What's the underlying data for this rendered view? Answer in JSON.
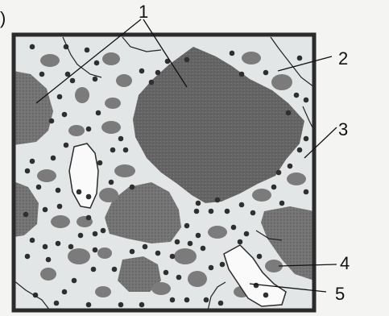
{
  "figure": {
    "label_1": "1",
    "label_2": "2",
    "label_3": "3",
    "label_4": "4",
    "label_5": "5",
    "edge_mark": ")"
  },
  "colors": {
    "background": "#f4f4f2",
    "matrix": "#e3e6e7",
    "border": "#2b2b2b",
    "large_aggregate": "#6e6e6e",
    "small_aggregate": "#7a7a7a",
    "dots": "#2f2f2f",
    "pore": "#fafafa",
    "crack": "#222222"
  }
}
